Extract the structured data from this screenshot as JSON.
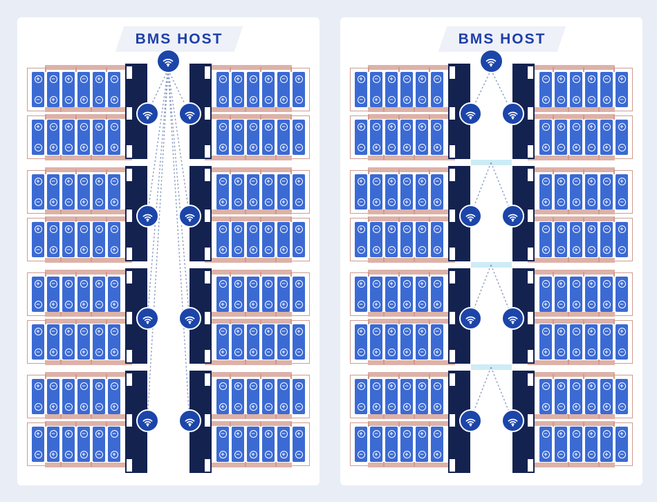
{
  "panels": [
    {
      "title": "BMS HOST",
      "topology": "star",
      "label": "star-network-panel"
    },
    {
      "title": "BMS HOST",
      "topology": "chain",
      "label": "daisy-chain-network-panel"
    }
  ],
  "structure": {
    "battery_groups_per_side": 4,
    "modules_per_group": 2,
    "cells_per_module": 6,
    "wireless_nodes_per_panel": 8,
    "bridge_connectors_in_chain_panel": 3,
    "host_icon": "wifi-icon",
    "node_icon": "wifi-icon"
  },
  "cell_polarity": {
    "left_modules": {
      "top": [
        "+",
        "−",
        "+",
        "−",
        "+",
        "−"
      ],
      "bottom": [
        "−",
        "+",
        "−",
        "+",
        "−",
        "+"
      ]
    },
    "right_modules": {
      "top": [
        "−",
        "+",
        "−",
        "+",
        "−",
        "+"
      ],
      "bottom": [
        "+",
        "−",
        "+",
        "−",
        "+",
        "−"
      ]
    }
  },
  "colors": {
    "page_background": "#e9edf6",
    "panel_background": "#ffffff",
    "cell_blue": "#3b6ad3",
    "busbar_navy": "#142250",
    "node_blue": "#1c45a9",
    "wire_salmon": "#cf9b90",
    "wire_salmon_light": "#ddb2a8",
    "bridge_cyan": "#cdecf6",
    "title_blue": "#1d40a8",
    "plate_gray": "#eef1f8",
    "link_dash": "#8b9cc0"
  }
}
